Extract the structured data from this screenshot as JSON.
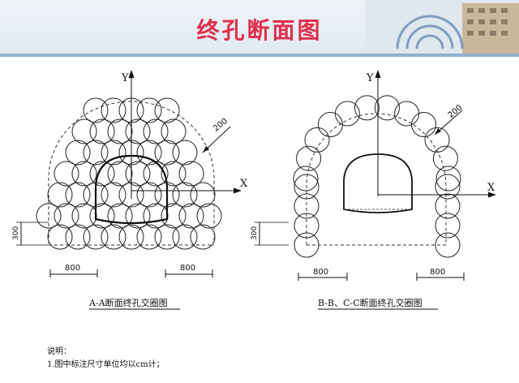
{
  "slide": {
    "title": "终孔断面图"
  },
  "left_diagram": {
    "caption": "A-A断面终孔交圈图",
    "axis_y": "Y",
    "axis_x": "X",
    "radius_label": "200",
    "height_dim": "300",
    "width_dim_left": "800",
    "width_dim_right": "800"
  },
  "right_diagram": {
    "caption": "B-B、C-C断面终孔交圈图",
    "axis_y": "Y",
    "axis_x": "X",
    "radius_label": "200",
    "height_dim": "300",
    "width_dim_left": "800",
    "width_dim_right": "800"
  },
  "notes": {
    "heading": "说明：",
    "line1": "1.图中标注尺寸单位均以cm计；"
  }
}
